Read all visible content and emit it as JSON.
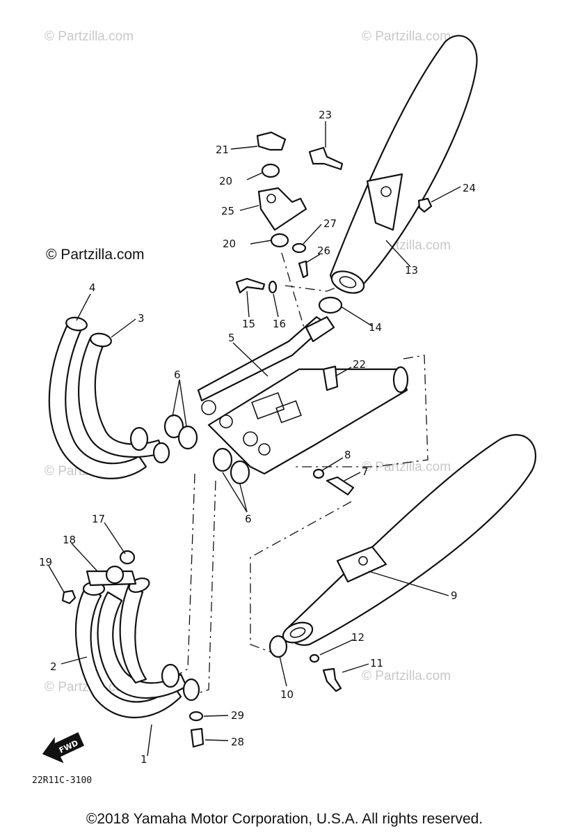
{
  "watermarks": {
    "light": "© Partzilla.com",
    "strong": "© Partzilla.com"
  },
  "callouts": {
    "p1": "1",
    "p2": "2",
    "p3": "3",
    "p4": "4",
    "p5": "5",
    "p6a": "6",
    "p6b": "6",
    "p7": "7",
    "p8": "8",
    "p9": "9",
    "p10": "10",
    "p11": "11",
    "p12": "12",
    "p13": "13",
    "p14": "14",
    "p15": "15",
    "p16": "16",
    "p17": "17",
    "p18": "18",
    "p19": "19",
    "p20a": "20",
    "p20b": "20",
    "p21": "21",
    "p22": "22",
    "p23": "23",
    "p24": "24",
    "p25": "25",
    "p26": "26",
    "p27": "27",
    "p28": "28",
    "p29": "29"
  },
  "fwd_label": "FWD",
  "drawing_code": "22R11C-3100",
  "copyright": "©2018 Yamaha Motor Corporation, U.S.A. All rights reserved.",
  "colors": {
    "ink": "#111111",
    "watermark": "#c8c8c8",
    "background": "#ffffff"
  }
}
